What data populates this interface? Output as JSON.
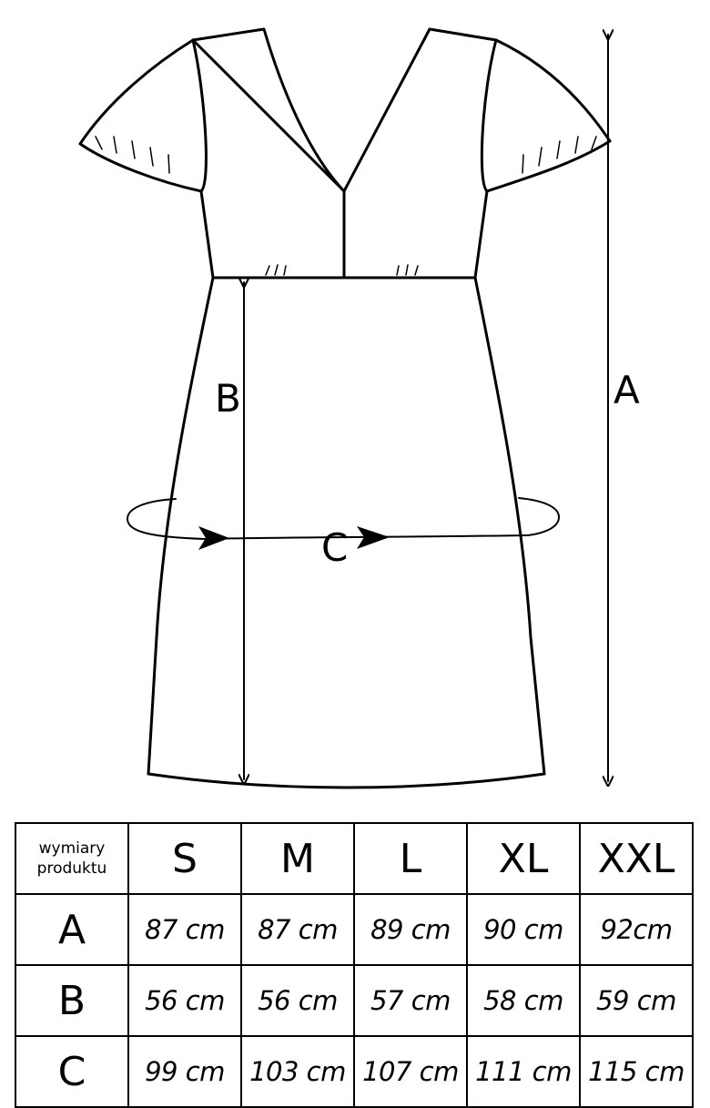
{
  "diagram": {
    "labels": {
      "a": "A",
      "b": "B",
      "c": "C"
    }
  },
  "table": {
    "header": {
      "line1": "wymiary",
      "line2": "produktu"
    },
    "sizes": [
      "S",
      "M",
      "L",
      "XL",
      "XXL"
    ],
    "rows": [
      {
        "label": "A",
        "values": [
          "87 cm",
          "87 cm",
          "89 cm",
          "90 cm",
          "92cm"
        ]
      },
      {
        "label": "B",
        "values": [
          "56 cm",
          "56 cm",
          "57 cm",
          "58 cm",
          "59 cm"
        ]
      },
      {
        "label": "C",
        "values": [
          "99 cm",
          "103 cm",
          "107 cm",
          "111 cm",
          "115 cm"
        ]
      }
    ]
  }
}
